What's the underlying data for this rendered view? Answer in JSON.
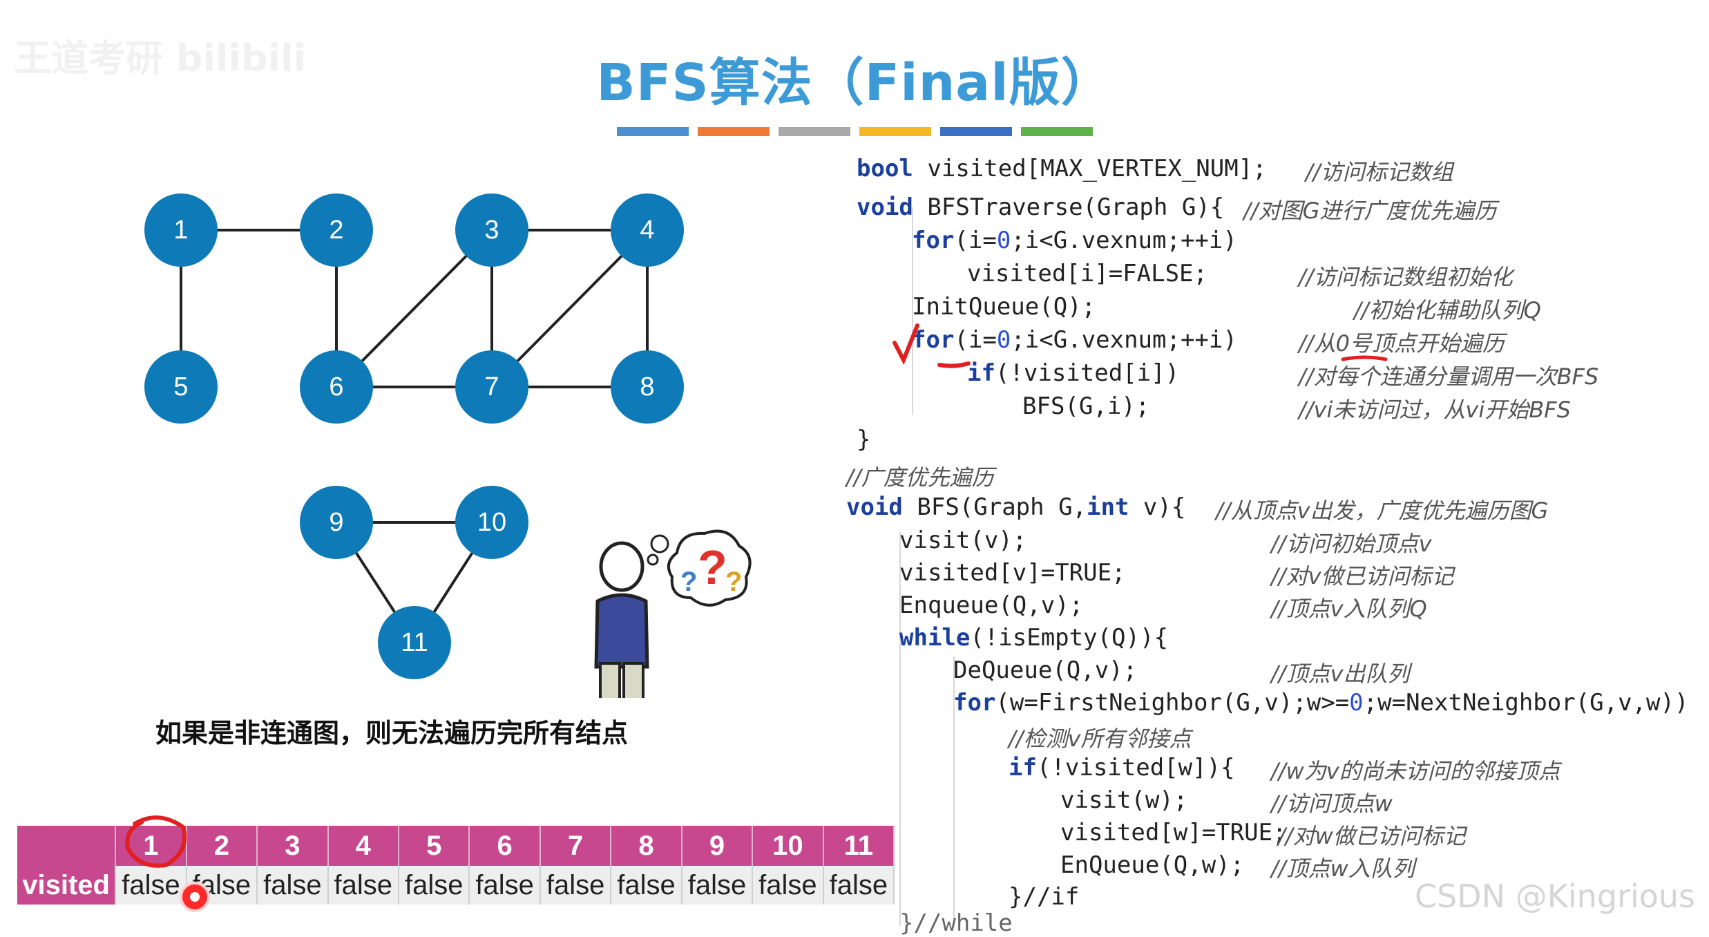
{
  "title": "BFS算法（Final版）",
  "colors": {
    "accent": "#3c9bd6",
    "node": "#0f7ab8",
    "table_header": "#c8488f",
    "rule_colors": [
      "#4a90d0",
      "#f07a35",
      "#a9a9a9",
      "#f5b724",
      "#3a6fc4",
      "#5fb14a"
    ]
  },
  "watermarks": {
    "top_left": "王道考研 bilibili",
    "bottom_right": "CSDN @Kingrious"
  },
  "graph": {
    "nodes": [
      "1",
      "2",
      "3",
      "4",
      "5",
      "6",
      "7",
      "8",
      "9",
      "10",
      "11"
    ],
    "edges": [
      [
        "1",
        "2"
      ],
      [
        "1",
        "5"
      ],
      [
        "2",
        "6"
      ],
      [
        "3",
        "4"
      ],
      [
        "3",
        "6"
      ],
      [
        "3",
        "7"
      ],
      [
        "4",
        "7"
      ],
      [
        "4",
        "8"
      ],
      [
        "6",
        "7"
      ],
      [
        "7",
        "8"
      ],
      [
        "9",
        "10"
      ],
      [
        "9",
        "11"
      ],
      [
        "10",
        "11"
      ]
    ]
  },
  "caption": "如果是非连通图，则无法遍历完所有结点",
  "illustration": "confused-person-icon",
  "code": {
    "l1": "bool visited[MAX_VERTEX_NUM];",
    "c1": "//访问标记数组",
    "l2": "void BFSTraverse(Graph G){",
    "c2": "//对图G进行广度优先遍历",
    "l3": "for(i=0;i<G.vexnum;++i)",
    "l4": "visited[i]=FALSE;",
    "c4": "//访问标记数组初始化",
    "l5": "InitQueue(Q);",
    "c5": "//初始化辅助队列Q",
    "l6": "for(i=0;i<G.vexnum;++i)",
    "c6": "//从0号顶点开始遍历",
    "l7": "if(!visited[i])",
    "c7": "//对每个连通分量调用一次BFS",
    "l8": "BFS(G,i);",
    "c8": "//vi未访问过，从vi开始BFS",
    "l9": "}",
    "l10": "//广度优先遍历",
    "l11": "void BFS(Graph G,int v){",
    "c11": "//从顶点v出发，广度优先遍历图G",
    "l12": "visit(v);",
    "c12": "//访问初始顶点v",
    "l13": "visited[v]=TRUE;",
    "c13": "//对v做已访问标记",
    "l14": "Enqueue(Q,v);",
    "c14": "//顶点v入队列Q",
    "l15": "while(!isEmpty(Q)){",
    "l16": "DeQueue(Q,v);",
    "c16": "//顶点v出队列",
    "l17": "for(w=FirstNeighbor(G,v);w>=0;w=NextNeighbor(G,v,w))",
    "l18": "//检测v所有邻接点",
    "l19": "if(!visited[w]){",
    "c19": "//w为v的尚未访问的邻接顶点",
    "l20": "visit(w);",
    "c20": "//访问顶点w",
    "l21": "visited[w]=TRUE;",
    "c21": "//对w做已访问标记",
    "l22": "EnQueue(Q,w);",
    "c22": "//顶点w入队列",
    "l23": "}//if",
    "l24": "}//while"
  },
  "table": {
    "row_label": "visited",
    "headers": [
      "1",
      "2",
      "3",
      "4",
      "5",
      "6",
      "7",
      "8",
      "9",
      "10",
      "11"
    ],
    "values": [
      "false",
      "false",
      "false",
      "false",
      "false",
      "false",
      "false",
      "false",
      "false",
      "false",
      "false"
    ]
  }
}
